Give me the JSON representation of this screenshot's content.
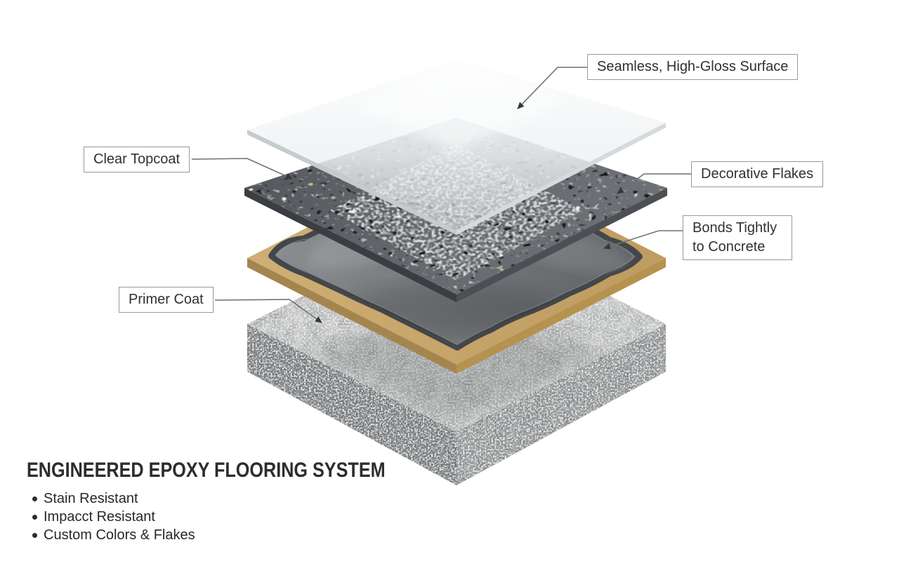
{
  "infographic": {
    "title": "ENGINEERED EPOXY FLOORING SYSTEM",
    "features": [
      "Stain Resistant",
      "Impacct Resistant",
      "Custom Colors & Flakes"
    ],
    "callouts": [
      {
        "text": "Seamless, High-Gloss Surface"
      },
      {
        "text": "Clear Topcoat"
      },
      {
        "text": "Decorative Flakes"
      },
      {
        "text": "Bonds Tightly to Concrete"
      },
      {
        "text": "Primer Coat"
      }
    ],
    "layers": [
      {
        "name": "clear high-gloss topcoat sheet",
        "color": "#eef1f3"
      },
      {
        "name": "decorative flake coat",
        "color": "#63676b"
      },
      {
        "name": "epoxy primer coat on board",
        "color": "#6f7377",
        "board_color": "#c9a76c"
      },
      {
        "name": "concrete slab",
        "color": "#c6c8c8"
      }
    ],
    "style": {
      "background": "#ffffff",
      "label_border": "#96999c",
      "label_text": "#2e3133",
      "leader_line": "#6e7174",
      "arrowhead": "#35383a"
    }
  }
}
